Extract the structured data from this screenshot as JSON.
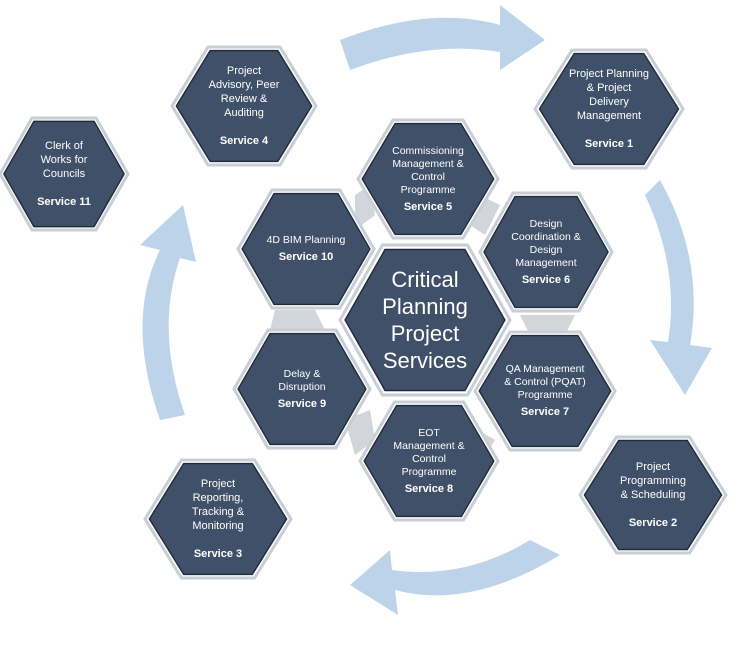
{
  "center": {
    "title": "Critical\nPlanning\nProject\nServices"
  },
  "outer_services": [
    {
      "id": "s1",
      "text": "Project Planning\n& Project\nDelivery\nManagement",
      "label": "Service 1"
    },
    {
      "id": "s2",
      "text": "Project\nProgramming\n& Scheduling",
      "label": "Service 2"
    },
    {
      "id": "s3",
      "text": "Project\nReporting,\nTracking &\nMonitoring",
      "label": "Service 3"
    },
    {
      "id": "s4",
      "text": "Project\nAdvisory, Peer\nReview &\nAuditing",
      "label": "Service 4"
    },
    {
      "id": "s11",
      "text": "Clerk of\nWorks for\nCouncils",
      "label": "Service 11"
    }
  ],
  "inner_services": [
    {
      "id": "s5",
      "text": "Commissioning\nManagement &\nControl\nProgramme",
      "label": "Service 5"
    },
    {
      "id": "s6",
      "text": "Design\nCoordination &\nDesign\nManagement",
      "label": "Service 6"
    },
    {
      "id": "s7",
      "text": "QA Management\n& Control (PQAT)\nProgramme",
      "label": "Service 7"
    },
    {
      "id": "s8",
      "text": "EOT\nManagement &\nControl\nProgramme",
      "label": "Service 8"
    },
    {
      "id": "s9",
      "text": "Delay &\nDisruption",
      "label": "Service 9"
    },
    {
      "id": "s10",
      "text": "4D BIM Planning",
      "label": "Service 10"
    }
  ],
  "colors": {
    "hex_fill": "#3f5068",
    "hex_stroke": "#1f2b3c",
    "arrow": "#bcd3ea",
    "connector": "#d2d5da"
  }
}
